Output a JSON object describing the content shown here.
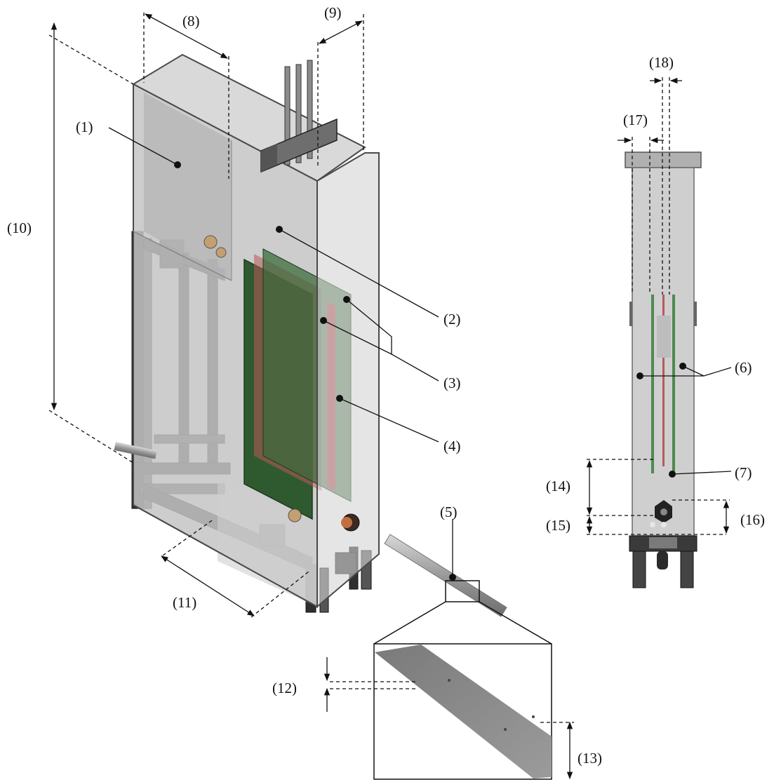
{
  "colors": {
    "tank_glass": "#c9c9c9",
    "tank_edge": "#4a4a4a",
    "frame": "#2f2f2f",
    "electrode_green": "#2f5a2f",
    "membrane_red": "#b85a5a",
    "pipe": "#a6a6a6",
    "line": "#111111"
  },
  "labels": {
    "l1": "(1)",
    "l2": "(2)",
    "l3": "(3)",
    "l4": "(4)",
    "l5": "(5)",
    "l6": "(6)",
    "l7": "(7)",
    "l8": "(8)",
    "l9": "(9)",
    "l10": "(10)",
    "l11": "(11)",
    "l12": "(12)",
    "l13": "(13)",
    "l14": "(14)",
    "l15": "(15)",
    "l16": "(16)",
    "l17": "(17)",
    "l18": "(18)"
  }
}
